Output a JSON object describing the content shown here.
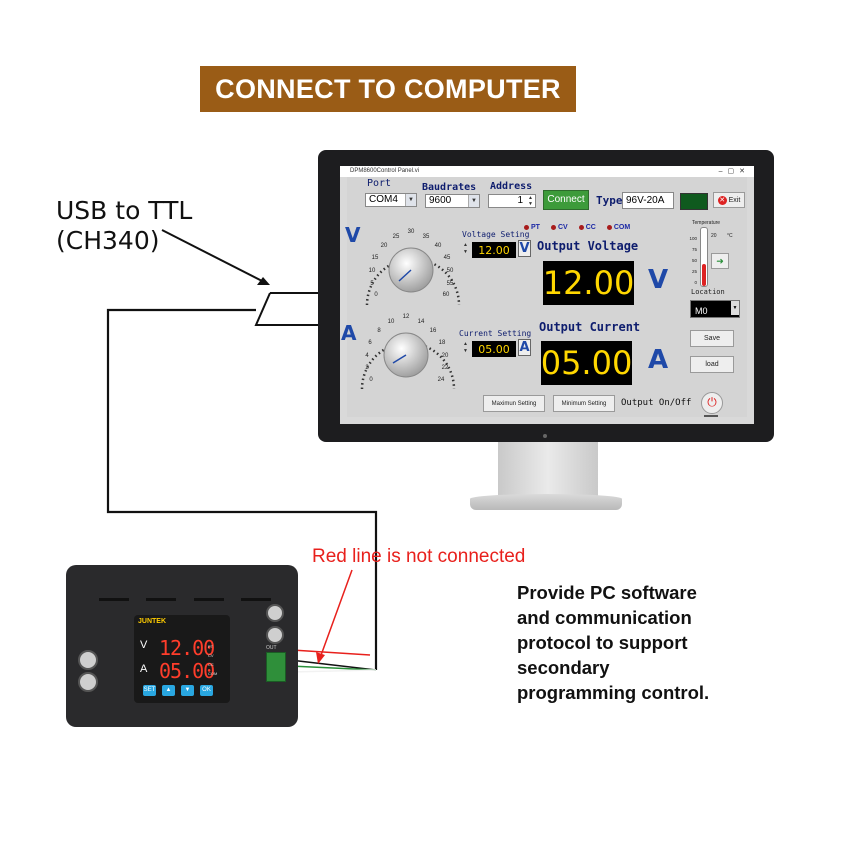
{
  "banner": {
    "title": "CONNECT TO COMPUTER"
  },
  "usb": {
    "line1": "USB to TTL",
    "line2": "(CH340)"
  },
  "software": {
    "window_title": "DPM8600Control Panel.vi",
    "port_label": "Port",
    "port_value": "COM4",
    "baud_label": "Baudrates",
    "baud_value": "9600",
    "address_label": "Address",
    "address_value": "1",
    "connect_label": "Connect",
    "type_label": "Type",
    "type_value": "96V-20A",
    "exit_label": "Exit",
    "indicators": [
      "PT",
      "CV",
      "CC",
      "COM"
    ],
    "voltage_letter": "V",
    "current_letter": "A",
    "voltage_setting_label": "Voltage Seting",
    "voltage_setting_value": "12.00",
    "current_setting_label": "Current Setting",
    "current_setting_value": "05.00",
    "output_voltage_label": "Output Voltage",
    "output_voltage_value": "12.00",
    "output_current_label": "Output Current",
    "output_current_value": "05.00",
    "voltage_knob_ticks": [
      "0",
      "5",
      "10",
      "15",
      "20",
      "25",
      "30",
      "35",
      "40",
      "45",
      "50",
      "55",
      "60"
    ],
    "current_knob_ticks": [
      "0",
      "2",
      "4",
      "6",
      "8",
      "10",
      "12",
      "14",
      "16",
      "18",
      "20",
      "22",
      "24"
    ],
    "temperature_label": "Temperature",
    "temperature_unit": "°C",
    "temperature_ticks": [
      "100",
      "75",
      "50",
      "25",
      "0"
    ],
    "temperature_ticks_right": [
      "20"
    ],
    "location_label": "Location",
    "location_value": "M0",
    "save_label": "Save",
    "load_label": "load",
    "max_setting_label": "Maximun Setting",
    "min_setting_label": "Minimum Setting",
    "output_onoff_label": "Output On/Off"
  },
  "device": {
    "brand": "JUNTEK",
    "voltage_letter": "V",
    "current_letter": "A",
    "voltage_display": "12.00",
    "current_display": "05.00",
    "leds": [
      "PT",
      "CV",
      "CC",
      "COM"
    ],
    "terminal_label": "OUT"
  },
  "annotations": {
    "red_line": "Red line is not connected",
    "description_lines": [
      "Provide PC software",
      "and communication",
      "protocol to support",
      "secondary",
      "programming control."
    ]
  },
  "colors": {
    "banner": "#9a5c16",
    "accent_blue": "#1f49a8",
    "seven_seg": "#ffd700",
    "red_note": "#e8201c"
  }
}
